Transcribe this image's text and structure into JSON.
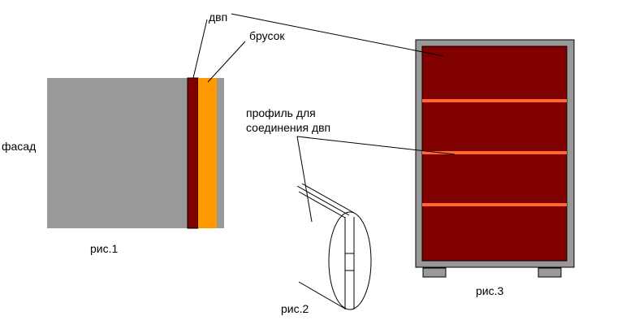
{
  "labels": {
    "facade": "фасад",
    "dvp": "двп",
    "brusok": "брусок",
    "profile_line1": "профиль для",
    "profile_line2": "соединения двп",
    "fig1": "рис.1",
    "fig2": "рис.2",
    "fig3": "рис.3"
  },
  "colors": {
    "facade_gray": "#999999",
    "dvp_dark_red": "#800000",
    "brusok_orange": "#ff9900",
    "profile_stripe": "#ff6633",
    "cabinet_frame_gray": "#999999",
    "outline": "#000000"
  }
}
